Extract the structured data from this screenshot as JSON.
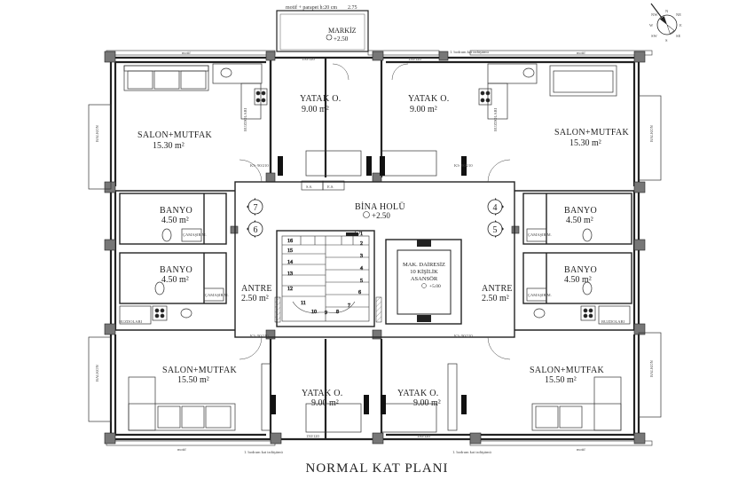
{
  "title": "NORMAL KAT PLANI",
  "labels": {
    "balcony_top_note": "motif + parapet h:20 cm",
    "balcony_top_code": "2.75",
    "markiz": "MARKİZ",
    "markiz_level": "+2.50",
    "motif": "motif",
    "bodrum_note": "1. bodrum kat izdüşümü",
    "bina_holu": "BİNA HOLÜ",
    "bina_holu_level": "+2.50",
    "elevator_l1": "MAK. DAİRESİZ",
    "elevator_l2": "10 KİŞİLİK",
    "elevator_l3": "ASANSÖR",
    "elevator_level": "+5.00",
    "ss": "S.S.",
    "es": "E.S.",
    "balkon": "BALKON",
    "buzdolabi": "BUZDOLABI",
    "camasir": "ÇAMAŞIR M.",
    "door_code": "K3- 90/210",
    "win_code": "150/120"
  },
  "rooms": [
    {
      "name": "YATAK O.",
      "area": "9.00 m²"
    },
    {
      "name": "YATAK O.",
      "area": "9.00 m²"
    },
    {
      "name": "SALON+MUTFAK",
      "area": "15.30 m²"
    },
    {
      "name": "SALON+MUTFAK",
      "area": "15.30 m²"
    },
    {
      "name": "BANYO",
      "area": "4.50 m²"
    },
    {
      "name": "BANYO",
      "area": "4.50 m²"
    },
    {
      "name": "BANYO",
      "area": "4.50 m²"
    },
    {
      "name": "BANYO",
      "area": "4.50 m²"
    },
    {
      "name": "ANTRE",
      "area": "2.50 m²"
    },
    {
      "name": "ANTRE",
      "area": "2.50 m²"
    },
    {
      "name": "SALON+MUTFAK",
      "area": "15.50 m²"
    },
    {
      "name": "SALON+MUTFAK",
      "area": "15.50 m²"
    },
    {
      "name": "YATAK O.",
      "area": "9.00 m²"
    },
    {
      "name": "YATAK O.",
      "area": "9.00 m²"
    }
  ],
  "section_markers": [
    "7",
    "6",
    "4",
    "5"
  ],
  "stair_steps": [
    "16",
    "15",
    "14",
    "13",
    "12",
    "11",
    "10",
    "9",
    "8",
    "7",
    "6",
    "5",
    "4",
    "3",
    "2",
    "1"
  ],
  "compass": {
    "n": "N",
    "w": "W",
    "e": "E",
    "s": "S",
    "nw": "NW",
    "ne": "NE",
    "sw": "SW",
    "se": "SE"
  }
}
